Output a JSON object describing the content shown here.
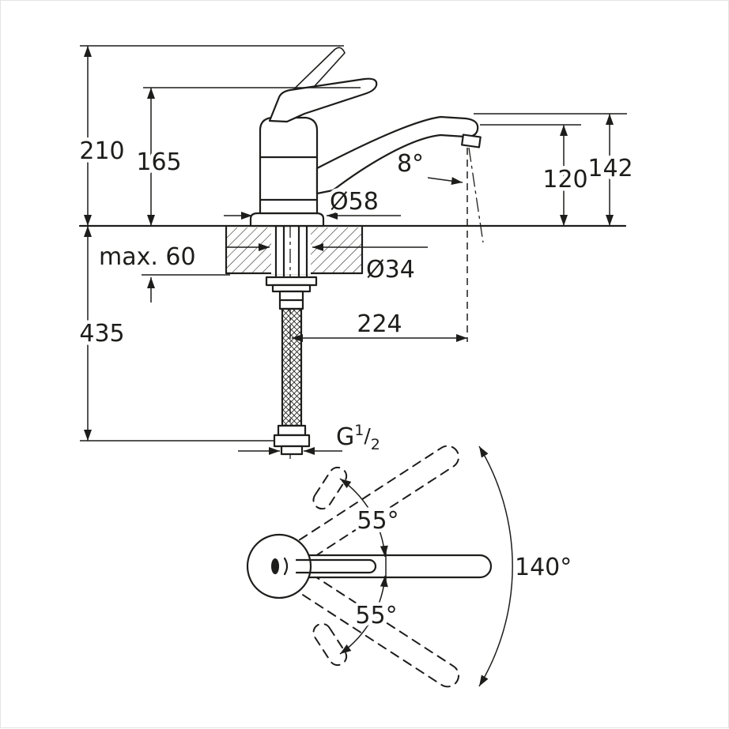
{
  "drawing": {
    "kind": "technical-dimension-drawing",
    "subject": "single-lever kitchen sink mixer faucet",
    "line_color": "#1d1d1b",
    "background_color": "#ffffff"
  },
  "side_view": {
    "overall_height": "210",
    "lever_height": "165",
    "spout_top_height": "142",
    "outlet_height": "120",
    "outlet_angle": "8°",
    "base_diameter": "Ø58",
    "max_mounting_thickness": "max. 60",
    "shank_diameter": "Ø34",
    "hose_drop": "435",
    "spout_reach": "224",
    "thread_label": {
      "base": "G",
      "numerator": "1",
      "slash": "/",
      "denominator": "2"
    }
  },
  "top_view": {
    "swivel_upper": "55°",
    "swivel_lower": "55°",
    "swivel_total": "140°"
  }
}
